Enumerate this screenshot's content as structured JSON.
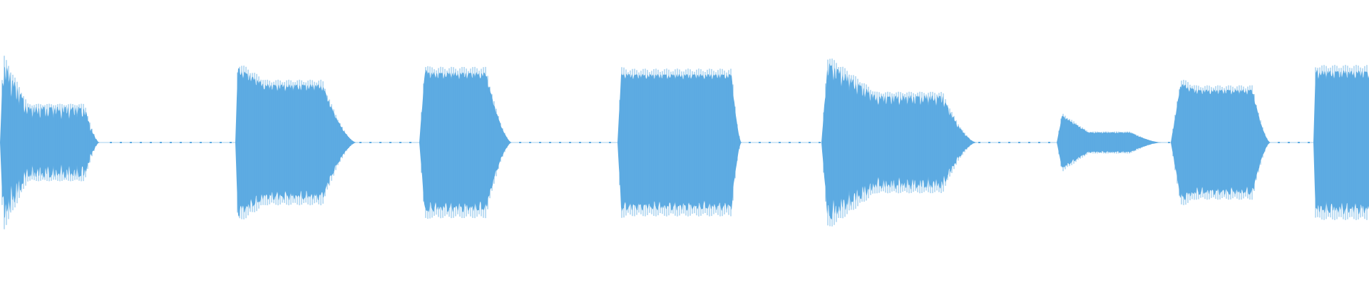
{
  "waveform": {
    "color": "#5dabe2",
    "segments": [
      {
        "peak": 0.97,
        "attack": 0.03,
        "body_level": 0.42,
        "body_start": 0.28,
        "release_start": 0.85,
        "ripple": 0.35
      },
      {
        "peak": 0.88,
        "attack": 0.02,
        "body_level": 0.68,
        "body_start": 0.25,
        "release_start": 0.72,
        "ripple": 0.12
      },
      {
        "peak": 0.86,
        "attack": 0.06,
        "body_level": 0.82,
        "body_start": 0.12,
        "release_start": 0.72,
        "ripple": 0.1
      },
      {
        "peak": 0.82,
        "attack": 0.03,
        "body_level": 0.8,
        "body_start": 0.1,
        "release_start": 0.92,
        "ripple": 0.08
      },
      {
        "peak": 0.95,
        "attack": 0.04,
        "body_level": 0.55,
        "body_start": 0.35,
        "release_start": 0.78,
        "ripple": 0.22
      },
      {
        "peak": 0.32,
        "attack": 0.05,
        "body_level": 0.12,
        "body_start": 0.3,
        "release_start": 0.7,
        "ripple": 0.1
      },
      {
        "peak": 0.7,
        "attack": 0.1,
        "body_level": 0.62,
        "body_start": 0.25,
        "release_start": 0.82,
        "ripple": 0.1
      },
      {
        "peak": 0.86,
        "attack": 0.04,
        "body_level": 0.84,
        "body_start": 0.1,
        "release_start": 1.0,
        "ripple": 0.12
      }
    ]
  }
}
